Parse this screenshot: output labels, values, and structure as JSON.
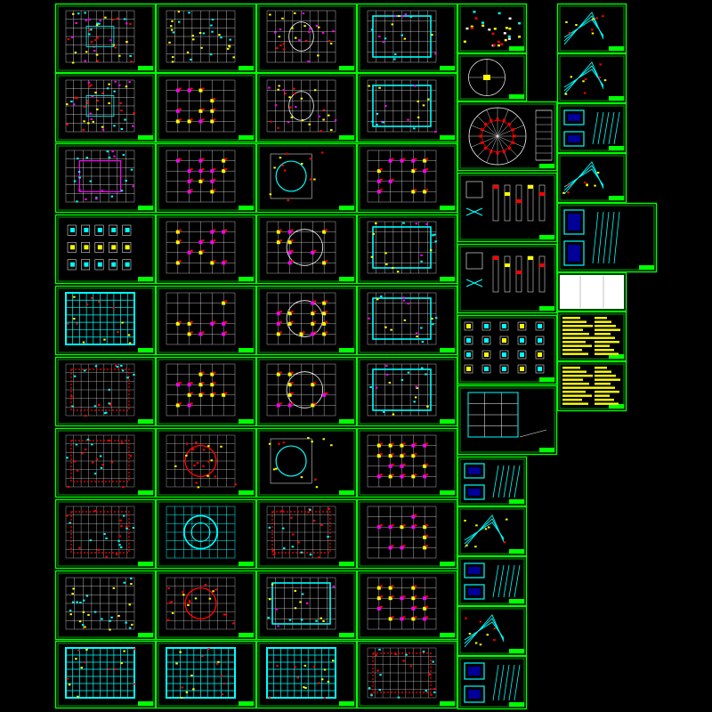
{
  "colors": {
    "background": "#000000",
    "frame": "#00ff00",
    "grid": "#ffffff",
    "accent_cyan": "#00ffff",
    "accent_red": "#ff0000",
    "accent_yellow": "#ffff00",
    "accent_magenta": "#ff00ff",
    "accent_blue": "#0000ff"
  },
  "sheets": [
    {
      "id": 1,
      "kind": "plan-dense"
    },
    {
      "id": 2,
      "kind": "plan-yellow"
    },
    {
      "id": 3,
      "kind": "plan-dome"
    },
    {
      "id": 4,
      "kind": "plan-cyan"
    },
    {
      "id": 5,
      "kind": "plan-dense"
    },
    {
      "id": 6,
      "kind": "plan-column"
    },
    {
      "id": 7,
      "kind": "plan-dome"
    },
    {
      "id": 8,
      "kind": "plan-cyan"
    },
    {
      "id": 9,
      "kind": "plan-magenta"
    },
    {
      "id": 10,
      "kind": "plan-column"
    },
    {
      "id": 11,
      "kind": "plan-circle-small"
    },
    {
      "id": 12,
      "kind": "plan-column"
    },
    {
      "id": 13,
      "kind": "details"
    },
    {
      "id": 14,
      "kind": "plan-column"
    },
    {
      "id": 15,
      "kind": "plan-arc"
    },
    {
      "id": 16,
      "kind": "plan-cyan"
    },
    {
      "id": 17,
      "kind": "plan-cyan-heavy"
    },
    {
      "id": 18,
      "kind": "plan-column"
    },
    {
      "id": 19,
      "kind": "plan-arc"
    },
    {
      "id": 20,
      "kind": "plan-cyan"
    },
    {
      "id": 21,
      "kind": "plan-red"
    },
    {
      "id": 22,
      "kind": "plan-column"
    },
    {
      "id": 23,
      "kind": "plan-arc"
    },
    {
      "id": 24,
      "kind": "plan-cyan"
    },
    {
      "id": 25,
      "kind": "plan-red"
    },
    {
      "id": 26,
      "kind": "plan-ring-red"
    },
    {
      "id": 27,
      "kind": "plan-circle-small"
    },
    {
      "id": 28,
      "kind": "plan-column"
    },
    {
      "id": 29,
      "kind": "plan-red"
    },
    {
      "id": 30,
      "kind": "plan-ring-cyan"
    },
    {
      "id": 31,
      "kind": "plan-red"
    },
    {
      "id": 32,
      "kind": "plan-column"
    },
    {
      "id": 33,
      "kind": "plan-yellow"
    },
    {
      "id": 34,
      "kind": "plan-ring-red"
    },
    {
      "id": 35,
      "kind": "plan-cyan"
    },
    {
      "id": 36,
      "kind": "plan-column"
    },
    {
      "id": 37,
      "kind": "plan-cyan-heavy"
    },
    {
      "id": 38,
      "kind": "plan-cyan-heavy"
    },
    {
      "id": 39,
      "kind": "plan-cyan-heavy"
    },
    {
      "id": 40,
      "kind": "plan-red"
    },
    {
      "id": 41,
      "kind": "detail-mixed"
    },
    {
      "id": 42,
      "kind": "dome-plan"
    },
    {
      "id": 43,
      "kind": "dome-radial"
    },
    {
      "id": 44,
      "kind": "section-details"
    },
    {
      "id": 45,
      "kind": "section-details"
    },
    {
      "id": 46,
      "kind": "column-details"
    },
    {
      "id": 47,
      "kind": "frame-section"
    },
    {
      "id": 48,
      "kind": "stair-cyan"
    },
    {
      "id": 49,
      "kind": "stair-diagonal"
    },
    {
      "id": 50,
      "kind": "stair-cyan"
    },
    {
      "id": 51,
      "kind": "stair-diagonal"
    },
    {
      "id": 52,
      "kind": "stair-cyan"
    },
    {
      "id": 53,
      "kind": "stair-diagonal"
    },
    {
      "id": 54,
      "kind": "stair-diagonal"
    },
    {
      "id": 55,
      "kind": "stair-cyan"
    },
    {
      "id": 56,
      "kind": "stair-diagonal"
    },
    {
      "id": 57,
      "kind": "stair-cyan"
    },
    {
      "id": 58,
      "kind": "notes-white"
    },
    {
      "id": 59,
      "kind": "notes-yellow"
    },
    {
      "id": 60,
      "kind": "notes-yellow"
    }
  ]
}
